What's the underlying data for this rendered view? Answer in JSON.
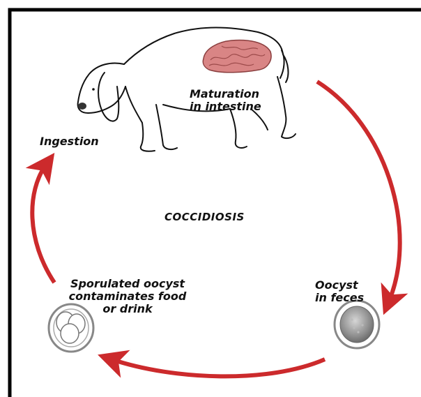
{
  "title": "COCCIDIOSIS",
  "stages": {
    "maturation": [
      "Maturation",
      "in intestine"
    ],
    "ingestion": [
      "Ingestion"
    ],
    "sporulated": [
      "Sporulated oocyst",
      "contaminates food",
      "or drink"
    ],
    "oocyst_feces": [
      "Oocyst",
      "in feces"
    ]
  },
  "colors": {
    "arrow": "#cc2a2c",
    "intestine": "#d98585",
    "outline": "#111111",
    "frame": "#000000"
  }
}
